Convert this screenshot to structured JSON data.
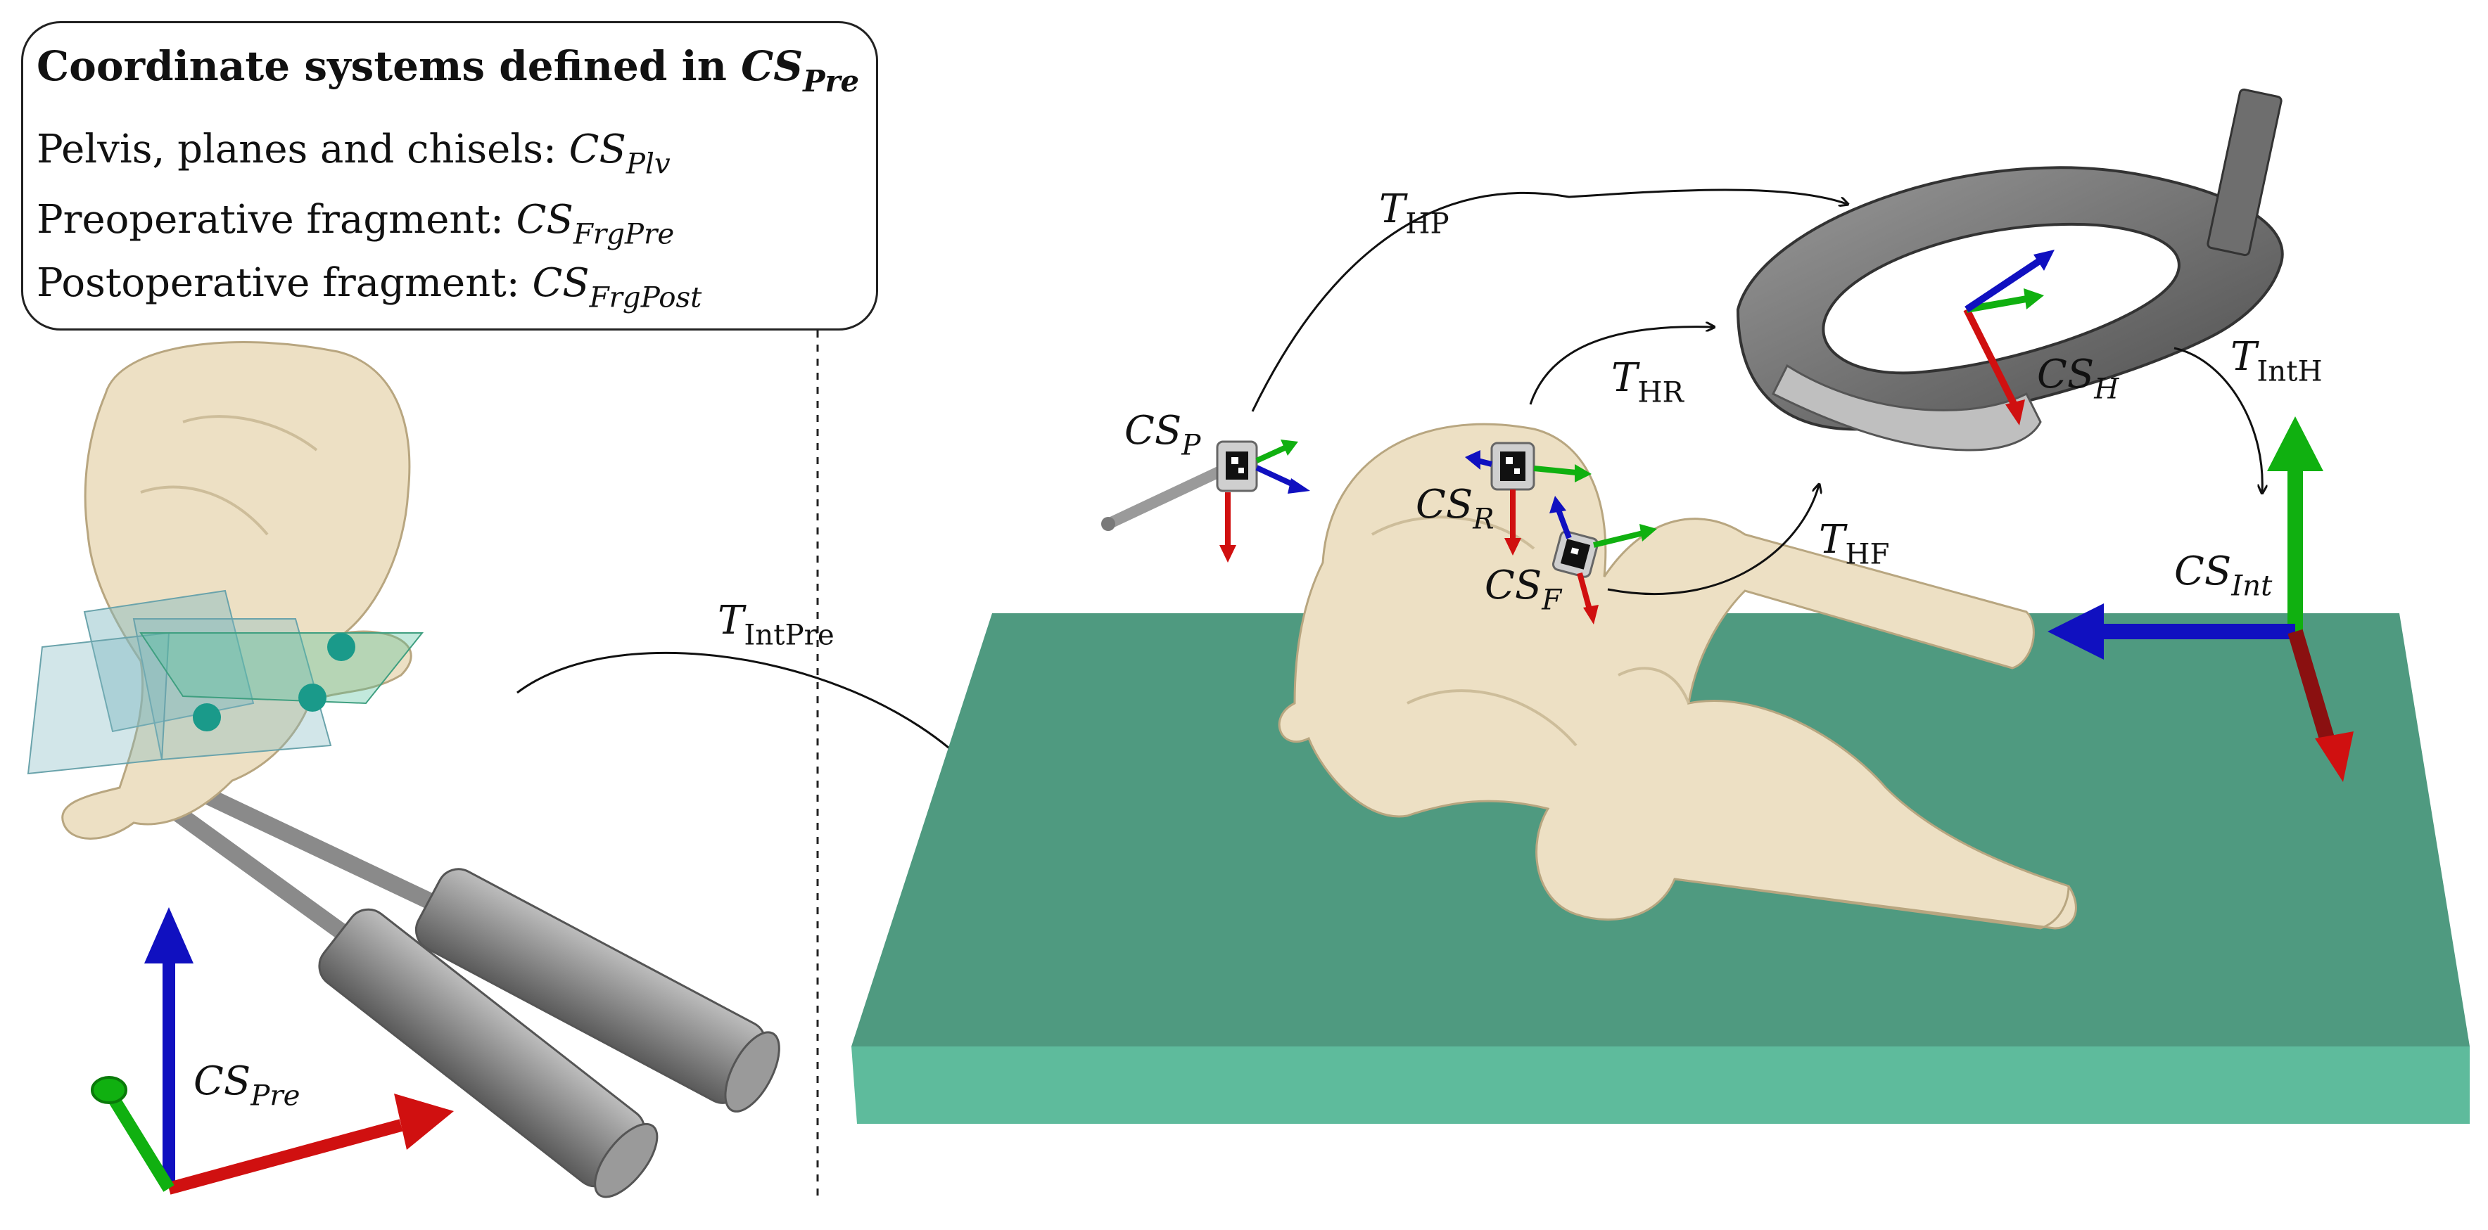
{
  "legend": {
    "heading_prefix": "Coordinate systems defined in ",
    "heading_cs": {
      "base": "CS",
      "sub": "Pre"
    },
    "rows": [
      {
        "label": "Pelvis, planes and chisels: ",
        "base": "CS",
        "sub": "Plv"
      },
      {
        "label": "Preoperative fragment: ",
        "base": "CS",
        "sub": "FrgPre"
      },
      {
        "label": "Postoperative fragment: ",
        "base": "CS",
        "sub": "FrgPost"
      }
    ]
  },
  "coordinate_systems": {
    "pre": {
      "base": "CS",
      "sub": "Pre"
    },
    "p": {
      "base": "CS",
      "sub": "P"
    },
    "r": {
      "base": "CS",
      "sub": "R"
    },
    "f": {
      "base": "CS",
      "sub": "F"
    },
    "h": {
      "base": "CS",
      "sub": "H"
    },
    "int": {
      "base": "CS",
      "sub": "Int"
    }
  },
  "transforms": {
    "int_pre": {
      "base": "T",
      "sub": "IntPre"
    },
    "hp": {
      "base": "T",
      "sub": "HP"
    },
    "hr": {
      "base": "T",
      "sub": "HR"
    },
    "hf": {
      "base": "T",
      "sub": "HF"
    },
    "int_h": {
      "base": "T",
      "sub": "IntH"
    }
  },
  "colors": {
    "bone": "#EDE0C4",
    "bone_edge": "#B8A680",
    "table_top": "#4F9A80",
    "table_front": "#5EBB9C",
    "axis_x": "#D01010",
    "axis_y": "#10B010",
    "axis_z": "#1010C0",
    "device_gray": "#8A8A8A",
    "plane_teal": "#7FB8C0"
  }
}
